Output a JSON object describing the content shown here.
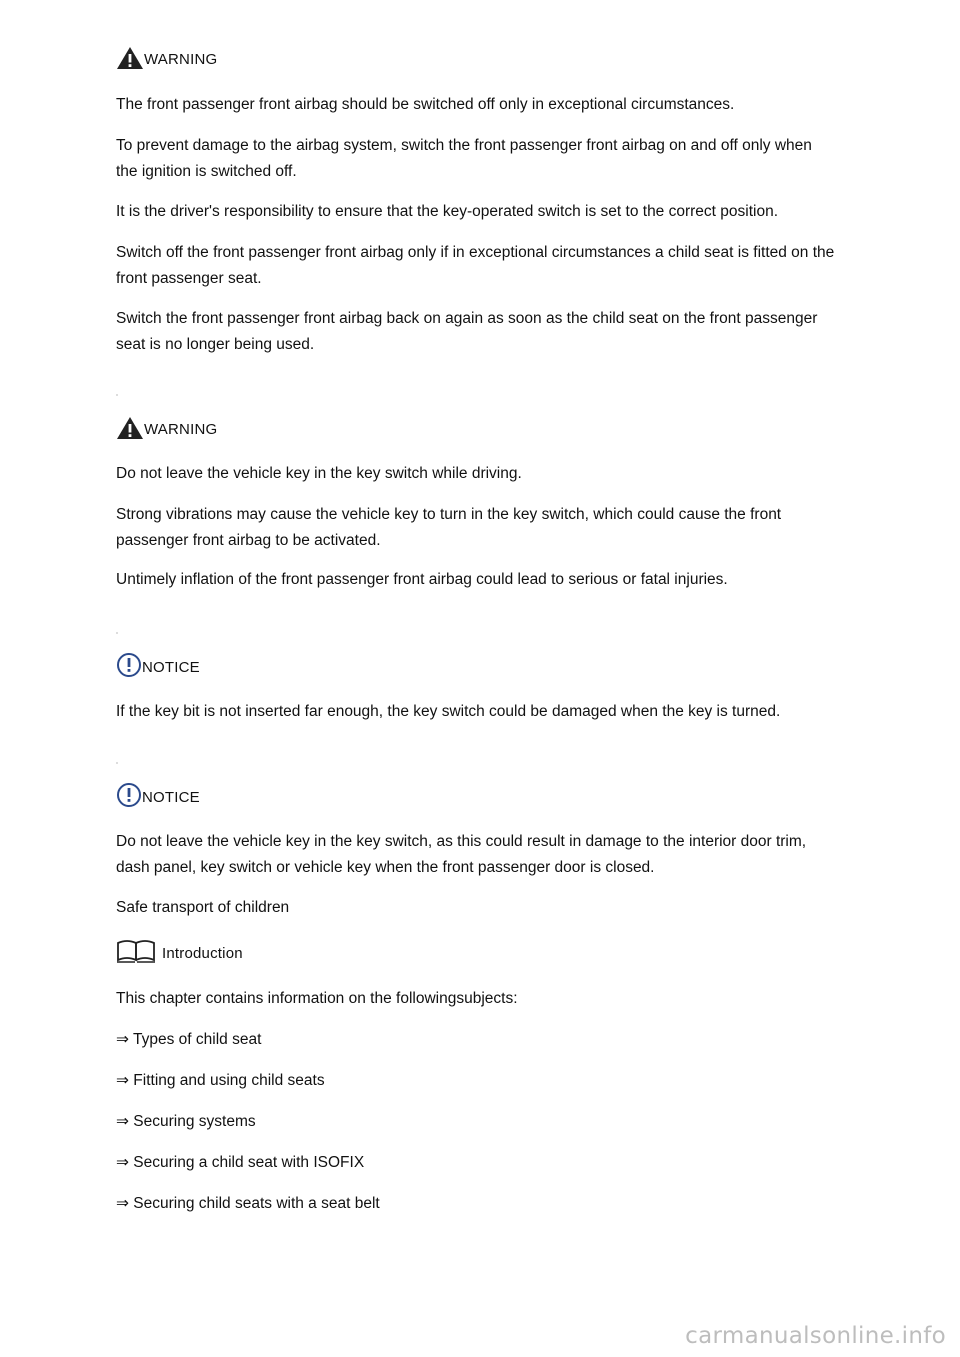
{
  "warning1": {
    "label": "WARNING",
    "icon": "warning-triangle-icon",
    "paragraphs": [
      "The front passenger front airbag should be switched off only in exceptional circumstances.",
      "To prevent damage to the airbag system, switch the front passenger front airbag on and off only when the ignition is switched off.",
      "It is the driver's responsibility to ensure that the key-operated switch is set to the correct position.",
      "Switch off the front passenger front airbag only if in exceptional circumstances a child seat is fitted on the front passenger seat.",
      "Switch the front passenger front airbag back on again as soon as the child seat on the front passenger seat is no longer being used."
    ]
  },
  "warning2": {
    "label": "WARNING",
    "icon": "warning-triangle-icon",
    "paragraphs": [
      "Do not leave the vehicle key in the key switch while driving.",
      "Strong vibrations may cause the vehicle key to turn in the key switch, which could cause the front passenger front airbag to be activated.",
      "Untimely inflation of the front passenger front airbag could lead to serious or fatal injuries."
    ]
  },
  "notice1": {
    "label": "NOTICE",
    "icon": "notice-exclamation-icon",
    "paragraphs": [
      "If the key bit is not inserted far enough, the key switch could be damaged when the key is turned."
    ]
  },
  "notice2": {
    "label": "NOTICE",
    "icon": "notice-exclamation-icon",
    "paragraphs": [
      "Do not leave the vehicle key in the key switch, as this could result in damage to the interior door trim, dash panel, key switch or vehicle key when the front passenger door is closed."
    ]
  },
  "section": {
    "title": "Safe transport of children",
    "intro_label": "Introduction",
    "intro_icon": "open-book-icon",
    "chapter_text": "This chapter contains information on the followingsubjects:",
    "links": [
      "⇒ Types of child seat",
      "⇒ Fitting and using child seats",
      "⇒ Securing systems",
      "⇒ Securing a child seat with ISOFIX",
      "⇒ Securing child seats with a seat belt"
    ]
  },
  "watermark": "carmanualsonline.info",
  "colors": {
    "text": "#111111",
    "warning_icon": "#222222",
    "notice_icon": "#2b4a8c",
    "watermark": "#bdbdbd"
  }
}
